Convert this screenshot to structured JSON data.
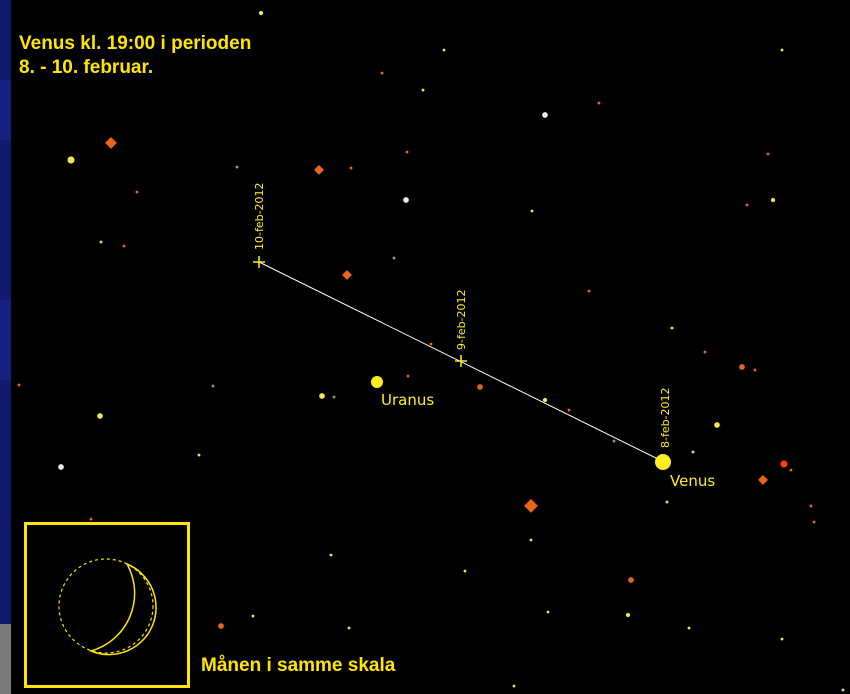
{
  "title": {
    "line1": "Venus kl. 19:00 i perioden",
    "line2": "8. - 10. februar."
  },
  "planets": [
    {
      "name": "Uranus",
      "color": "#ffee22"
    },
    {
      "name": "Venus",
      "color": "#ffee22"
    }
  ],
  "path": {
    "color": "#ffffff",
    "dates": [
      "10-feb-2012",
      "9-feb-2012",
      "8-feb-2012"
    ]
  },
  "moon_inset": {
    "caption": "Månen i samme skala",
    "color": "#ffe600"
  },
  "colors": {
    "background": "#000000",
    "text": "#ffe600",
    "star_orange": "#e8651a",
    "star_yellow": "#f2e64a",
    "star_white": "#f5f0d8"
  }
}
